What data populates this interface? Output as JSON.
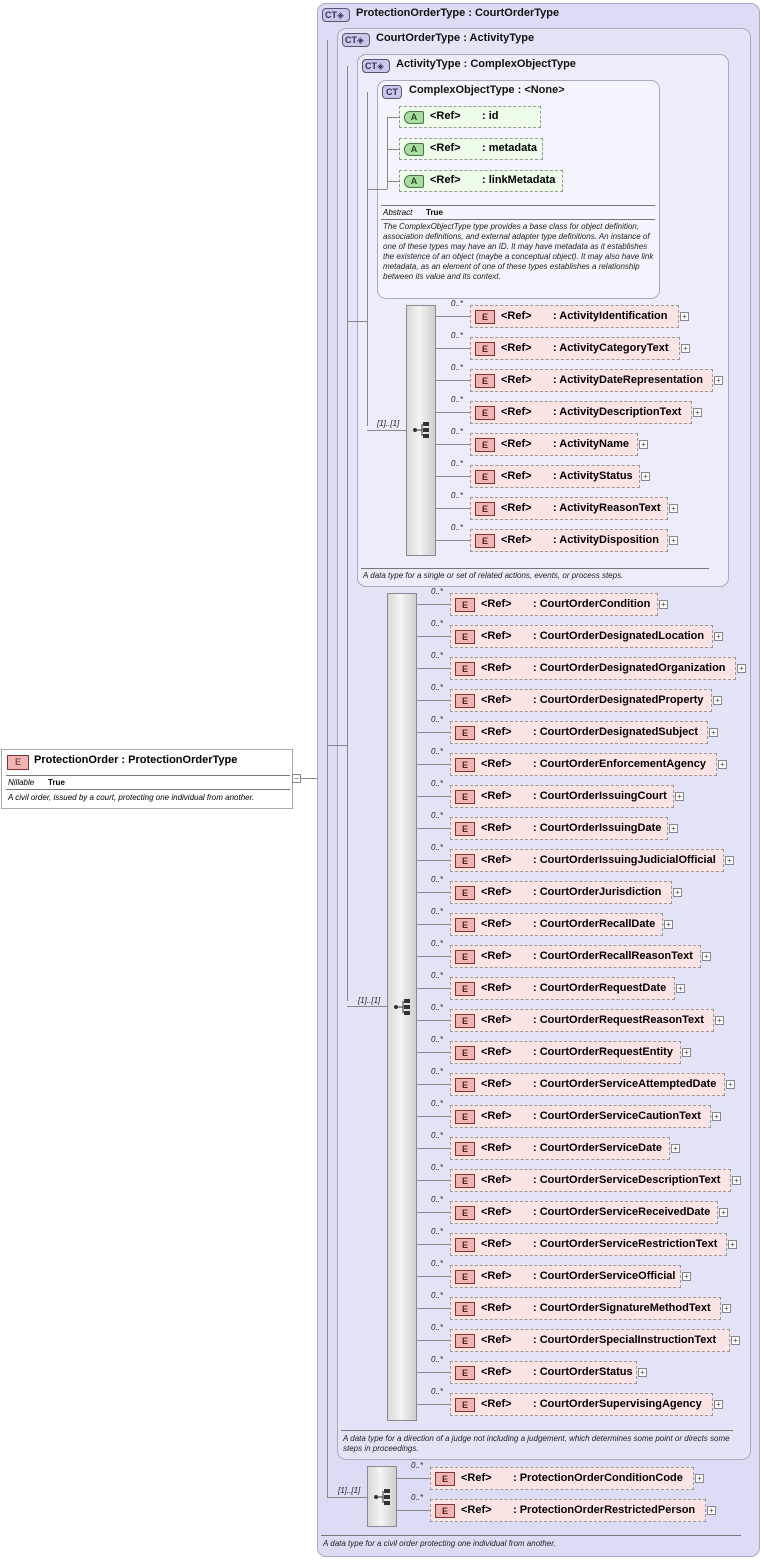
{
  "root": {
    "badge": "E",
    "title": "ProtectionOrder : ProtectionOrderType",
    "prop_key": "Nillable",
    "prop_val": "True",
    "desc": "A civil order, issued by a court, protecting one individual from another."
  },
  "protection_order_type": {
    "badge": "CT",
    "title": "ProtectionOrderType : CourtOrderType",
    "desc": "A data type for a civil order protecting one individual from another.",
    "seq_card": "[1]..[1]"
  },
  "court_order_type": {
    "badge": "CT",
    "title": "CourtOrderType : ActivityType",
    "desc": "A data type for a direction of a judge not including a judgement, which determines some point or directs some steps in proceedings.",
    "seq_card": "[1]..[1]"
  },
  "activity_type": {
    "badge": "CT",
    "title": "ActivityType : ComplexObjectType",
    "desc": "A data type for a single or set of related actions, events, or process steps.",
    "seq_card": "[1]..[1]"
  },
  "complex_object_type": {
    "badge": "CT",
    "title": "ComplexObjectType : <None>",
    "prop_key": "Abstract",
    "prop_val": "True",
    "desc": "The ComplexObjectType type provides a base class for object definition, association definitions, and external adapter type definitions. An instance of one of these types may have an ID. It may have metadata as it establishes the existence of an object (maybe a conceptual object). It may also have link metadata, as an element of one of these types establishes a relationship between its value and its context.",
    "attributes": [
      {
        "badge": "A",
        "ref": "<Ref>",
        "name": ": id"
      },
      {
        "badge": "A",
        "ref": "<Ref>",
        "name": ": metadata"
      },
      {
        "badge": "A",
        "ref": "<Ref>",
        "name": ": linkMetadata"
      }
    ]
  },
  "activity_elements": [
    {
      "badge": "E",
      "card": "0..*",
      "ref": "<Ref>",
      "name": ": ActivityIdentification"
    },
    {
      "badge": "E",
      "card": "0..*",
      "ref": "<Ref>",
      "name": ": ActivityCategoryText"
    },
    {
      "badge": "E",
      "card": "0..*",
      "ref": "<Ref>",
      "name": ": ActivityDateRepresentation"
    },
    {
      "badge": "E",
      "card": "0..*",
      "ref": "<Ref>",
      "name": ": ActivityDescriptionText"
    },
    {
      "badge": "E",
      "card": "0..*",
      "ref": "<Ref>",
      "name": ": ActivityName"
    },
    {
      "badge": "E",
      "card": "0..*",
      "ref": "<Ref>",
      "name": ": ActivityStatus"
    },
    {
      "badge": "E",
      "card": "0..*",
      "ref": "<Ref>",
      "name": ": ActivityReasonText"
    },
    {
      "badge": "E",
      "card": "0..*",
      "ref": "<Ref>",
      "name": ": ActivityDisposition"
    }
  ],
  "court_order_elements": [
    {
      "badge": "E",
      "card": "0..*",
      "ref": "<Ref>",
      "name": ": CourtOrderCondition"
    },
    {
      "badge": "E",
      "card": "0..*",
      "ref": "<Ref>",
      "name": ": CourtOrderDesignatedLocation"
    },
    {
      "badge": "E",
      "card": "0..*",
      "ref": "<Ref>",
      "name": ": CourtOrderDesignatedOrganization"
    },
    {
      "badge": "E",
      "card": "0..*",
      "ref": "<Ref>",
      "name": ": CourtOrderDesignatedProperty"
    },
    {
      "badge": "E",
      "card": "0..*",
      "ref": "<Ref>",
      "name": ": CourtOrderDesignatedSubject"
    },
    {
      "badge": "E",
      "card": "0..*",
      "ref": "<Ref>",
      "name": ": CourtOrderEnforcementAgency"
    },
    {
      "badge": "E",
      "card": "0..*",
      "ref": "<Ref>",
      "name": ": CourtOrderIssuingCourt"
    },
    {
      "badge": "E",
      "card": "0..*",
      "ref": "<Ref>",
      "name": ": CourtOrderIssuingDate"
    },
    {
      "badge": "E",
      "card": "0..*",
      "ref": "<Ref>",
      "name": ": CourtOrderIssuingJudicialOfficial"
    },
    {
      "badge": "E",
      "card": "0..*",
      "ref": "<Ref>",
      "name": ": CourtOrderJurisdiction"
    },
    {
      "badge": "E",
      "card": "0..*",
      "ref": "<Ref>",
      "name": ": CourtOrderRecallDate"
    },
    {
      "badge": "E",
      "card": "0..*",
      "ref": "<Ref>",
      "name": ": CourtOrderRecallReasonText"
    },
    {
      "badge": "E",
      "card": "0..*",
      "ref": "<Ref>",
      "name": ": CourtOrderRequestDate"
    },
    {
      "badge": "E",
      "card": "0..*",
      "ref": "<Ref>",
      "name": ": CourtOrderRequestReasonText"
    },
    {
      "badge": "E",
      "card": "0..*",
      "ref": "<Ref>",
      "name": ": CourtOrderRequestEntity"
    },
    {
      "badge": "E",
      "card": "0..*",
      "ref": "<Ref>",
      "name": ": CourtOrderServiceAttemptedDate"
    },
    {
      "badge": "E",
      "card": "0..*",
      "ref": "<Ref>",
      "name": ": CourtOrderServiceCautionText"
    },
    {
      "badge": "E",
      "card": "0..*",
      "ref": "<Ref>",
      "name": ": CourtOrderServiceDate"
    },
    {
      "badge": "E",
      "card": "0..*",
      "ref": "<Ref>",
      "name": ": CourtOrderServiceDescriptionText"
    },
    {
      "badge": "E",
      "card": "0..*",
      "ref": "<Ref>",
      "name": ": CourtOrderServiceReceivedDate"
    },
    {
      "badge": "E",
      "card": "0..*",
      "ref": "<Ref>",
      "name": ": CourtOrderServiceRestrictionText"
    },
    {
      "badge": "E",
      "card": "0..*",
      "ref": "<Ref>",
      "name": ": CourtOrderServiceOfficial"
    },
    {
      "badge": "E",
      "card": "0..*",
      "ref": "<Ref>",
      "name": ": CourtOrderSignatureMethodText"
    },
    {
      "badge": "E",
      "card": "0..*",
      "ref": "<Ref>",
      "name": ": CourtOrderSpecialInstructionText"
    },
    {
      "badge": "E",
      "card": "0..*",
      "ref": "<Ref>",
      "name": ": CourtOrderStatus"
    },
    {
      "badge": "E",
      "card": "0..*",
      "ref": "<Ref>",
      "name": ": CourtOrderSupervisingAgency"
    }
  ],
  "protection_order_elements": [
    {
      "badge": "E",
      "card": "0..*",
      "ref": "<Ref>",
      "name": ": ProtectionOrderConditionCode"
    },
    {
      "badge": "E",
      "card": "0..*",
      "ref": "<Ref>",
      "name": ": ProtectionOrderRestrictedPerson"
    }
  ]
}
